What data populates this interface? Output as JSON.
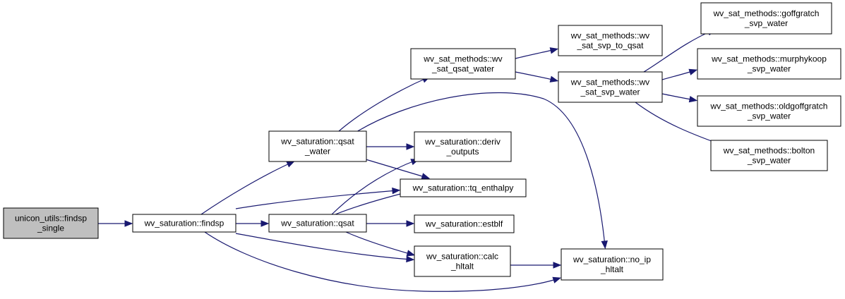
{
  "colors": {
    "edge": "#191970",
    "node_fill": "#ffffff",
    "root_fill": "#bfbfbf",
    "node_border": "#000000"
  },
  "nodes": {
    "findsp_single": {
      "lines": [
        "unicon_utils::findsp",
        "_single"
      ],
      "root": true
    },
    "findsp": {
      "lines": [
        "wv_saturation::findsp"
      ]
    },
    "qsat_water": {
      "lines": [
        "wv_saturation::qsat",
        "_water"
      ]
    },
    "qsat": {
      "lines": [
        "wv_saturation::qsat"
      ]
    },
    "wv_sat_qsat_water": {
      "lines": [
        "wv_sat_methods::wv",
        "_sat_qsat_water"
      ]
    },
    "deriv_outputs": {
      "lines": [
        "wv_saturation::deriv",
        "_outputs"
      ]
    },
    "tq_enthalpy": {
      "lines": [
        "wv_saturation::tq_enthalpy"
      ]
    },
    "estblf": {
      "lines": [
        "wv_saturation::estblf"
      ]
    },
    "calc_hltalt": {
      "lines": [
        "wv_saturation::calc",
        "_hltalt"
      ]
    },
    "wv_sat_svp_to_qsat": {
      "lines": [
        "wv_sat_methods::wv",
        "_sat_svp_to_qsat"
      ]
    },
    "wv_sat_svp_water": {
      "lines": [
        "wv_sat_methods::wv",
        "_sat_svp_water"
      ]
    },
    "no_ip_hltalt": {
      "lines": [
        "wv_saturation::no_ip",
        "_hltalt"
      ]
    },
    "goffgratch_svp_water": {
      "lines": [
        "wv_sat_methods::goffgratch",
        "_svp_water"
      ]
    },
    "murphykoop_svp_water": {
      "lines": [
        "wv_sat_methods::murphykoop",
        "_svp_water"
      ]
    },
    "oldgoffgratch_svp_water": {
      "lines": [
        "wv_sat_methods::oldgoffgratch",
        "_svp_water"
      ]
    },
    "bolton_svp_water": {
      "lines": [
        "wv_sat_methods::bolton",
        "_svp_water"
      ]
    }
  },
  "edges": [
    [
      "findsp_single",
      "findsp"
    ],
    [
      "findsp",
      "qsat_water"
    ],
    [
      "findsp",
      "qsat"
    ],
    [
      "findsp",
      "tq_enthalpy"
    ],
    [
      "findsp",
      "calc_hltalt"
    ],
    [
      "findsp",
      "no_ip_hltalt"
    ],
    [
      "qsat_water",
      "wv_sat_qsat_water"
    ],
    [
      "qsat_water",
      "deriv_outputs"
    ],
    [
      "qsat_water",
      "tq_enthalpy"
    ],
    [
      "qsat_water",
      "no_ip_hltalt"
    ],
    [
      "qsat",
      "deriv_outputs"
    ],
    [
      "qsat",
      "tq_enthalpy"
    ],
    [
      "qsat",
      "estblf"
    ],
    [
      "qsat",
      "calc_hltalt"
    ],
    [
      "wv_sat_qsat_water",
      "wv_sat_svp_to_qsat"
    ],
    [
      "wv_sat_qsat_water",
      "wv_sat_svp_water"
    ],
    [
      "wv_sat_svp_water",
      "goffgratch_svp_water"
    ],
    [
      "wv_sat_svp_water",
      "murphykoop_svp_water"
    ],
    [
      "wv_sat_svp_water",
      "oldgoffgratch_svp_water"
    ],
    [
      "wv_sat_svp_water",
      "bolton_svp_water"
    ],
    [
      "calc_hltalt",
      "no_ip_hltalt"
    ]
  ]
}
